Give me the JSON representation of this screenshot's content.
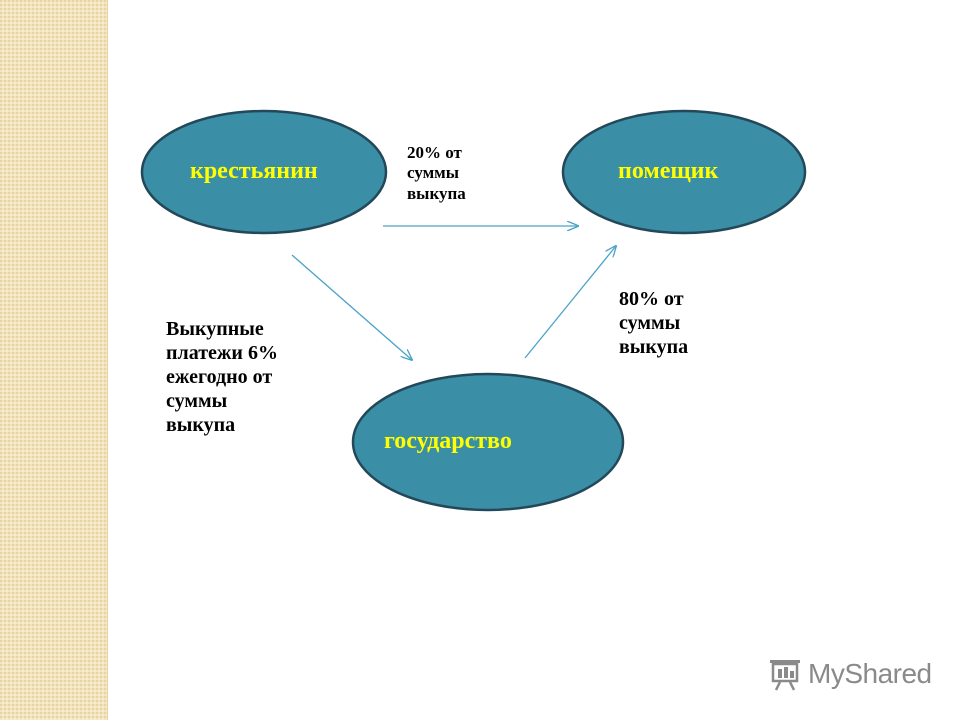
{
  "nodes": {
    "peasant": {
      "label": "крестьянин"
    },
    "landlord": {
      "label": "помещик"
    },
    "state": {
      "label": "государство"
    }
  },
  "edges": {
    "peasant_to_landlord": {
      "label": "20% от\nсуммы\nвыкупа"
    },
    "state_to_landlord": {
      "label": "80% от\nсуммы\nвыкупа"
    },
    "peasant_to_state": {
      "label": "Выкупные\nплатежи 6%\nежегодно от\nсуммы\nвыкупа"
    }
  },
  "watermark": {
    "text": "MyShared"
  },
  "colors": {
    "node_fill": "#3a8fa6",
    "node_stroke": "#22485a",
    "node_text": "#ffff00",
    "arrow": "#4aa3c8",
    "side_strip": "#f3e3b8"
  }
}
